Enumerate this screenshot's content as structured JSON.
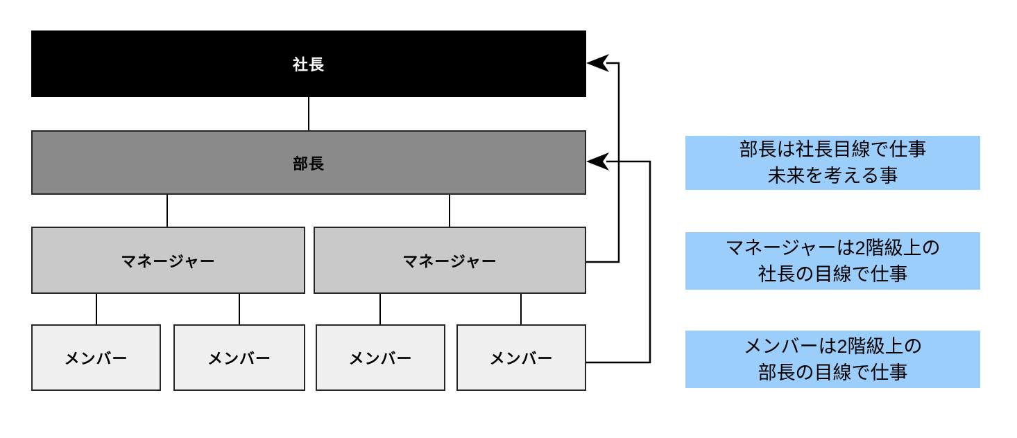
{
  "diagram": {
    "type": "org-chart-with-feedback-arrows",
    "nodes": {
      "president": "社長",
      "director": "部長",
      "manager_1": "マネージャー",
      "manager_2": "マネージャー",
      "member_1": "メンバー",
      "member_2": "メンバー",
      "member_3": "メンバー",
      "member_4": "メンバー"
    },
    "callouts": [
      {
        "line1": "部長は社長目線で仕事",
        "line2": "未来を考える事"
      },
      {
        "line1": "マネージャーは2階級上の",
        "line2": "社長の目線で仕事"
      },
      {
        "line1": "メンバーは2階級上の",
        "line2": "部長の目線で仕事"
      }
    ],
    "arrows": [
      {
        "name": "manager-to-president",
        "meaning": "マネージャー → 社長 (2階級上の目線)"
      },
      {
        "name": "member-to-director",
        "meaning": "メンバー → 部長 (2階級上の目線)"
      }
    ],
    "colors": {
      "president_fill": "#000000",
      "president_text": "#ffffff",
      "director_fill": "#8a8a8a",
      "manager_fill": "#c9c9c9",
      "member_fill": "#efefef",
      "callout_fill": "#9ccefb",
      "node_text": "#000000",
      "border": "#262626",
      "connector": "#000000",
      "background": "#ffffff"
    }
  }
}
